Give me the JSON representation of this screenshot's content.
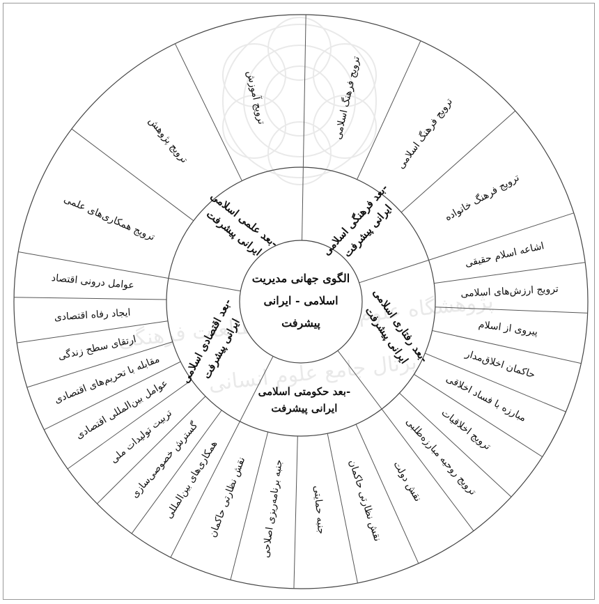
{
  "watermark": {
    "line1": "پژوهشگاه علوم انسانی و مطالعات فرهنگی",
    "line2": "پرتال جامع علوم انسانی"
  },
  "center": {
    "line1": "الگوی جهانی مدیریت",
    "line2": "اسلامی - ایرانی",
    "line3": "پیشرفت"
  },
  "dimensions": [
    {
      "id": "cultural",
      "line1": "بعد فرهنگی اسلامی-",
      "line2": "ایرانی پیشرفت"
    },
    {
      "id": "ethical",
      "line1": "بعد رفتاری اسلامی-",
      "line2": "ایرانی پیشرفت"
    },
    {
      "id": "governance",
      "line1": "بعد حکومتی اسلامی-",
      "line2": "ایرانی پیشرفت"
    },
    {
      "id": "economic",
      "line1": "بعد اقتصادی اسلامی-",
      "line2": "ایرانی پیشرفت"
    },
    {
      "id": "scientific",
      "line1": "بعد علمی اسلامی-",
      "line2": "ایرانی پیشرفت"
    }
  ],
  "outer_items": [
    "ترویج فرهنگ اسلامی",
    "ترویج فرهنگ اسلامی",
    "ترویج فرهنگ خانواده",
    "اشاعه اسلام حقیقی",
    "ترویج ارزش‌های اسلامی",
    "پیروی از اسلام",
    "حاکمان اخلاق‌مدار",
    "مبارزه با فساد اخلاقی",
    "ترویج اخلاقیات",
    "ترویج روحیه مبارزه‌طلبی",
    "نقش دولت",
    "نقش نظارتی حاکمان",
    "جنبه حمایتی",
    "جنبه برنامه‌ریزی اصلاحی",
    "نقش نظارتی حاکمان",
    "همکاری‌های بین‌المللی",
    "گسترش خصوصی‌سازی",
    "تربیت تولیدات ملی",
    "عوامل بین‌المللی اقتصادی",
    "مقابله با تحریم‌های اقتصادی",
    "ارتقای سطح زندگی",
    "ایجاد رفاه اقتصادی",
    "عوامل درونی اقتصاد",
    "ترویج همکاری‌های علمی",
    "ترویج پژوهش",
    "ترویج آموزش"
  ]
}
